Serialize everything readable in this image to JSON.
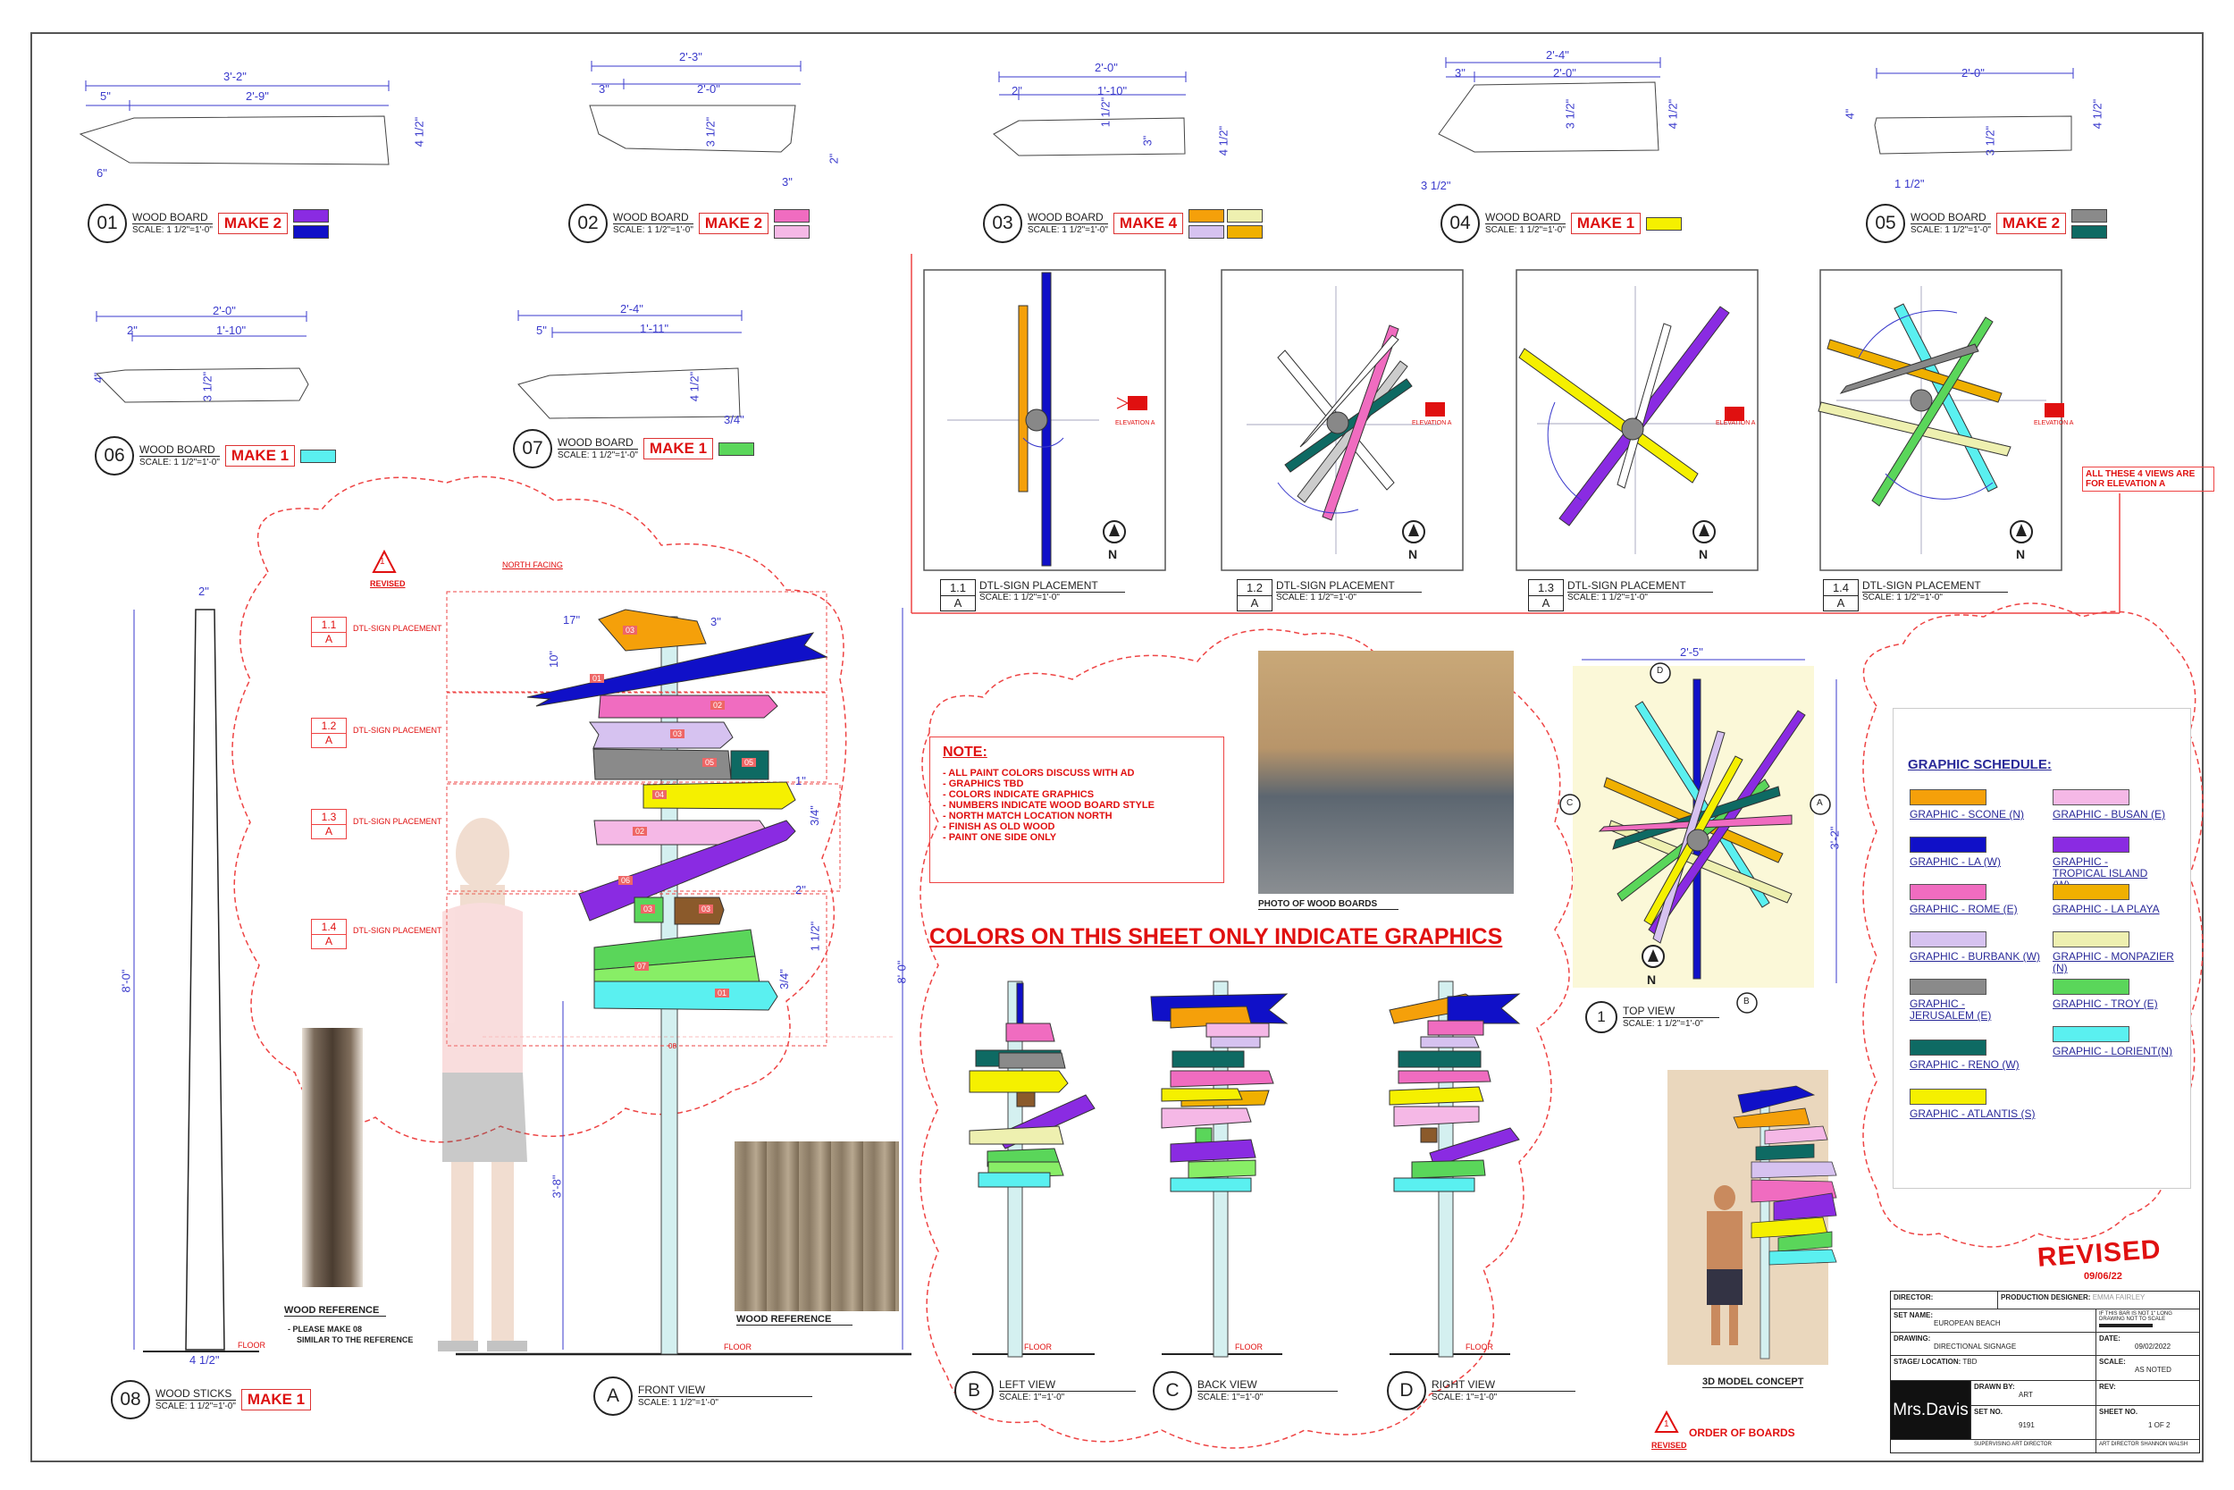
{
  "boards": [
    {
      "num": "01",
      "title": "WOOD BOARD",
      "scale": "SCALE: 1 1/2\"=1'-0\"",
      "make": "MAKE 2",
      "swatches": [
        "#8a2be2",
        "#1010c8"
      ],
      "dims": [
        "3'-2\"",
        "2'-9\"",
        "5\"",
        "4 1/2\"",
        "6\""
      ]
    },
    {
      "num": "02",
      "title": "WOOD BOARD",
      "scale": "SCALE: 1 1/2\"=1'-0\"",
      "make": "MAKE 2",
      "swatches": [
        "#f06cc0",
        "#f5b8e6"
      ],
      "dims": [
        "2'-3\"",
        "2'-0\"",
        "3\"",
        "3 1/2\"",
        "3\"",
        "2\""
      ]
    },
    {
      "num": "03",
      "title": "WOOD BOARD",
      "scale": "SCALE: 1 1/2\"=1'-0\"",
      "make": "MAKE 4",
      "swatches": [
        "#f5a00a",
        "#eef0b0",
        "#d6c2f0",
        "#f0b000"
      ],
      "dims": [
        "2'-0\"",
        "1'-10\"",
        "2\"",
        "3\"",
        "4 1/2\"",
        "1 1/2\""
      ]
    },
    {
      "num": "04",
      "title": "WOOD BOARD",
      "scale": "SCALE: 1 1/2\"=1'-0\"",
      "make": "MAKE 1",
      "swatches": [
        "#f5f000"
      ],
      "dims": [
        "2'-4\"",
        "2'-0\"",
        "3\"",
        "3 1/2\"",
        "4 1/2\"",
        "3 1/2\""
      ]
    },
    {
      "num": "05",
      "title": "WOOD BOARD",
      "scale": "SCALE: 1 1/2\"=1'-0\"",
      "make": "MAKE 2",
      "swatches": [
        "#8a8a8a",
        "#0e6a63"
      ],
      "dims": [
        "2'-0\"",
        "1 1/2\"",
        "3 1/2\"",
        "4 1/2\"",
        "4\""
      ]
    },
    {
      "num": "06",
      "title": "WOOD BOARD",
      "scale": "SCALE: 1 1/2\"=1'-0\"",
      "make": "MAKE 1",
      "swatches": [
        "#5af0f0"
      ],
      "dims": [
        "2'-0\"",
        "1'-10\"",
        "2\"",
        "3 1/2\"",
        "4\""
      ]
    },
    {
      "num": "07",
      "title": "WOOD BOARD",
      "scale": "SCALE: 1 1/2\"=1'-0\"",
      "make": "MAKE 1",
      "swatches": [
        "#5ad65a"
      ],
      "dims": [
        "2'-4\"",
        "1'-11\"",
        "5\"",
        "4 1/2\"",
        "3/4\""
      ]
    }
  ],
  "stick": {
    "num": "08",
    "title": "WOOD STICKS",
    "scale": "SCALE: 1 1/2\"=1'-0\"",
    "make": "MAKE 1",
    "top": "2\"",
    "bottom": "4 1/2\"",
    "height": "8'-0\""
  },
  "dtl": [
    {
      "id": "1.1",
      "sheet": "A",
      "title": "DTL-SIGN PLACEMENT",
      "scale": "SCALE: 1 1/2\"=1'-0\""
    },
    {
      "id": "1.2",
      "sheet": "A",
      "title": "DTL-SIGN PLACEMENT",
      "scale": "SCALE: 1 1/2\"=1'-0\""
    },
    {
      "id": "1.3",
      "sheet": "A",
      "title": "DTL-SIGN PLACEMENT",
      "scale": "SCALE: 1 1/2\"=1'-0\""
    },
    {
      "id": "1.4",
      "sheet": "A",
      "title": "DTL-SIGN PLACEMENT",
      "scale": "SCALE: 1 1/2\"=1'-0\""
    }
  ],
  "elevation_label": "ELEVATION A",
  "north": "N",
  "all_views_note": "ALL THESE 4 VIEWS ARE FOR ELEVATION A",
  "revised_tri": "1",
  "revised_label": "REVISED",
  "north_facing": "NORTH FACING",
  "front_labels": [
    "DTL-SIGN PLACEMENT",
    "DTL-SIGN PLACEMENT",
    "DTL-SIGN PLACEMENT",
    "DTL-SIGN PLACEMENT"
  ],
  "front_dims": {
    "h1": "8'-0\"",
    "h2": "3'-8\"",
    "a": "17\"",
    "b": "3\"",
    "c": "10\"",
    "d": "3/4\"",
    "e": "2\"",
    "f": "1 1/2\"",
    "g": "3/4\"",
    "h": "1\""
  },
  "board_nums": [
    "03",
    "01",
    "02",
    "03",
    "05",
    "05",
    "04",
    "02",
    "06",
    "03",
    "03",
    "07",
    "01",
    "08"
  ],
  "floor": "FLOOR",
  "front_view": {
    "letter": "A",
    "title": "FRONT VIEW",
    "scale": "SCALE: 1 1/2\"=1'-0\""
  },
  "left_view": {
    "letter": "B",
    "title": "LEFT VIEW",
    "scale": "SCALE: 1\"=1'-0\""
  },
  "back_view": {
    "letter": "C",
    "title": "BACK VIEW",
    "scale": "SCALE: 1\"=1'-0\""
  },
  "right_view": {
    "letter": "D",
    "title": "RIGHT VIEW",
    "scale": "SCALE: 1\"=1'-0\""
  },
  "top_view": {
    "letter": "1",
    "title": "TOP VIEW",
    "scale": "SCALE: 1 1/2\"=1'-0\"",
    "w": "2'-5\"",
    "h": "3'-2\""
  },
  "wood_ref1": {
    "title": "WOOD REFERENCE",
    "note1": "- PLEASE MAKE 08",
    "note2": "SIMILAR TO THE REFERENCE"
  },
  "wood_ref2": "WOOD REFERENCE",
  "photo_caption": "PHOTO OF WOOD BOARDS",
  "note": {
    "title": "NOTE:",
    "lines": [
      "- ALL PAINT COLORS DISCUSS WITH AD",
      "- GRAPHICS TBD",
      "- COLORS INDICATE GRAPHICS",
      "- NUMBERS INDICATE WOOD BOARD STYLE",
      "- NORTH MATCH LOCATION NORTH",
      "- FINISH AS OLD WOOD",
      "- PAINT ONE SIDE ONLY"
    ]
  },
  "colors_banner": "COLORS ON THIS SHEET ONLY INDICATE GRAPHICS",
  "model_caption": "3D MODEL CONCEPT",
  "order_label": "ORDER OF BOARDS",
  "graphic_schedule": {
    "title": "GRAPHIC SCHEDULE:",
    "items": [
      {
        "name": "GRAPHIC - SCONE (N)",
        "color": "#f5a00a"
      },
      {
        "name": "GRAPHIC - BUSAN (E)",
        "color": "#f5b8e6"
      },
      {
        "name": "GRAPHIC - LA (W)",
        "color": "#1010c8"
      },
      {
        "name": "GRAPHIC - TROPICAL ISLAND (W)",
        "color": "#8a2be2"
      },
      {
        "name": "GRAPHIC - ROME (E)",
        "color": "#f06cc0"
      },
      {
        "name": "GRAPHIC - LA PLAYA",
        "color": "#f0b000"
      },
      {
        "name": "GRAPHIC - BURBANK (W)",
        "color": "#d6c2f0"
      },
      {
        "name": "GRAPHIC - MONPAZIER (N)",
        "color": "#eef0b0"
      },
      {
        "name": "GRAPHIC - JERUSALEM (E)",
        "color": "#8a8a8a"
      },
      {
        "name": "GRAPHIC - TROY (E)",
        "color": "#5ad65a"
      },
      {
        "name": "GRAPHIC - RENO (W)",
        "color": "#0e6a63"
      },
      {
        "name": "GRAPHIC - LORIENT(N)",
        "color": "#5af0f0"
      },
      {
        "name": "GRAPHIC - ATLANTIS (S)",
        "color": "#f5f000"
      }
    ]
  },
  "stamp": {
    "text": "REVISED",
    "date": "09/06/22"
  },
  "titleblock": {
    "director": "DIRECTOR:",
    "prod_designer": "PRODUCTION DESIGNER:",
    "prod_designer_name": "EMMA FAIRLEY",
    "set_name_label": "SET NAME:",
    "set_name": "EUROPEAN BEACH",
    "disclaimer": "IF THIS BAR IS NOT 1\" LONG DRAWING NOT TO SCALE",
    "drawing_label": "DRAWING:",
    "drawing": "DIRECTIONAL SIGNAGE",
    "date_label": "DATE:",
    "date": "09/02/2022",
    "stage_label": "STAGE/ LOCATION:",
    "stage": "TBD",
    "scale_label": "SCALE:",
    "scale": "AS NOTED",
    "drawnby_label": "DRAWN BY:",
    "drawnby": "ART",
    "rev_label": "REV:",
    "setno_label": "SET NO.",
    "setno": "9191",
    "sheetno_label": "SHEET NO.",
    "sheetno": "1 OF 2",
    "logo": "Mrs.Davis",
    "supervising": "SUPERVISING ART DIRECTOR",
    "art_director": "ART DIRECTOR",
    "art_director_name": "SHANNON WALSH"
  },
  "top_letters": [
    "D",
    "A",
    "B",
    "C"
  ]
}
